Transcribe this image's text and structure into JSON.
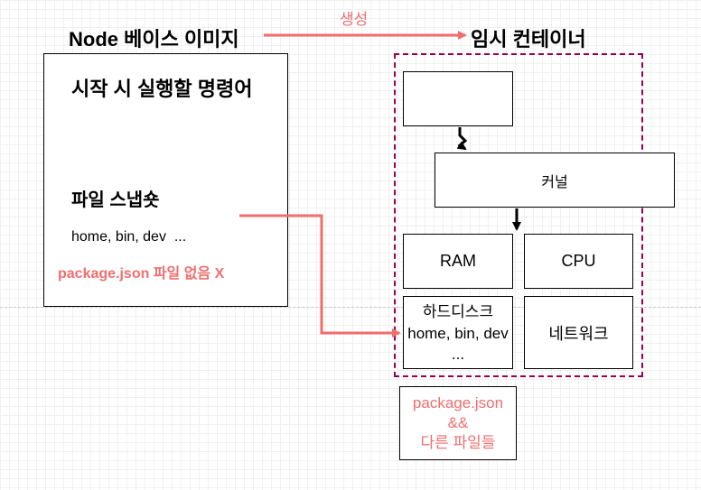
{
  "arrow_label": "생성",
  "base_image": {
    "title": "Node 베이스 이미지",
    "startup_command": "시작 시 실행할 명령어",
    "ellipsis": "...",
    "snapshot_title": "파일 스냅숏",
    "snapshot_files": "home, bin, dev  ...",
    "note": "package.json 파일 없음 X"
  },
  "container": {
    "title": "임시 컨테이너",
    "kernel": "커널",
    "ram": "RAM",
    "cpu": "CPU",
    "disk_title": "하드디스크",
    "disk_files": "home, bin, dev  ...",
    "network": "네트워크"
  },
  "extra_files": {
    "line1": "package.json",
    "line2": "&&",
    "line3": "다른 파일들"
  },
  "colors": {
    "accent_red": "#f26d6d",
    "container_border": "#99004d"
  }
}
